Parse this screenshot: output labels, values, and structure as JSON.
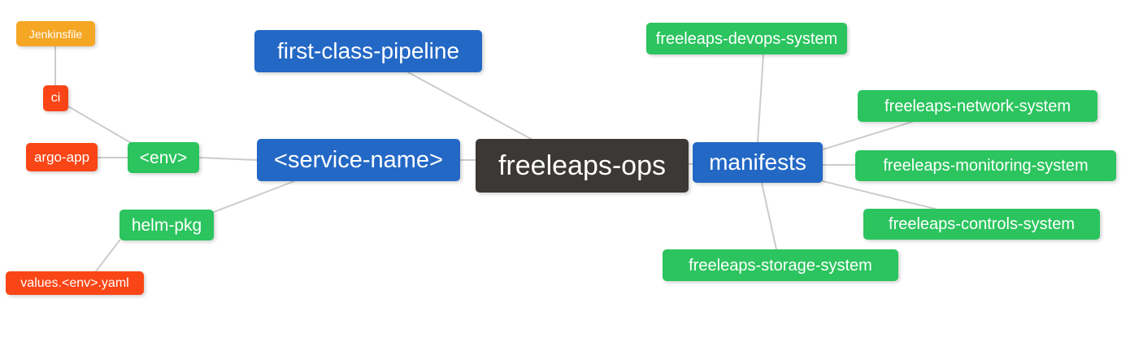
{
  "palette": {
    "level1_blue": "#2368c5",
    "level2_green": "#2bc45e",
    "level3_red_orange": "#fa4616",
    "level4_amber": "#f5a623",
    "root_dark": "#3b3835",
    "connector_gray": "#cccccc",
    "background": "#ffffff",
    "node_text": "#ffffff"
  },
  "nodes": [
    {
      "id": "jenkinsfile",
      "label": "Jenkinsfile",
      "color": "#f5a623"
    },
    {
      "id": "ci",
      "label": "ci",
      "color": "#fa4616"
    },
    {
      "id": "argo-app",
      "label": "argo-app",
      "color": "#fa4616"
    },
    {
      "id": "env",
      "label": "<env>",
      "color": "#2bc45e"
    },
    {
      "id": "helm-pkg",
      "label": "helm-pkg",
      "color": "#2bc45e"
    },
    {
      "id": "values-env-yaml",
      "label": "values.<env>.yaml",
      "color": "#fa4616"
    },
    {
      "id": "first-class-pipeline",
      "label": "first-class-pipeline",
      "color": "#2368c5"
    },
    {
      "id": "service-name",
      "label": "<service-name>",
      "color": "#2368c5"
    },
    {
      "id": "freeleaps-ops",
      "label": "freeleaps-ops",
      "color": "#3b3835"
    },
    {
      "id": "manifests",
      "label": "manifests",
      "color": "#2368c5"
    },
    {
      "id": "freeleaps-devops-system",
      "label": "freeleaps-devops-system",
      "color": "#2bc45e"
    },
    {
      "id": "freeleaps-network-system",
      "label": "freeleaps-network-system",
      "color": "#2bc45e"
    },
    {
      "id": "freeleaps-monitoring-system",
      "label": "freeleaps-monitoring-system",
      "color": "#2bc45e"
    },
    {
      "id": "freeleaps-controls-system",
      "label": "freeleaps-controls-system",
      "color": "#2bc45e"
    },
    {
      "id": "freeleaps-storage-system",
      "label": "freeleaps-storage-system",
      "color": "#2bc45e"
    }
  ],
  "edges": [
    {
      "from": "jenkinsfile",
      "to": "ci"
    },
    {
      "from": "ci",
      "to": "env"
    },
    {
      "from": "argo-app",
      "to": "env"
    },
    {
      "from": "env",
      "to": "service-name"
    },
    {
      "from": "helm-pkg",
      "to": "service-name"
    },
    {
      "from": "values-env-yaml",
      "to": "helm-pkg"
    },
    {
      "from": "first-class-pipeline",
      "to": "freeleaps-ops"
    },
    {
      "from": "service-name",
      "to": "freeleaps-ops"
    },
    {
      "from": "freeleaps-ops",
      "to": "manifests"
    },
    {
      "from": "manifests",
      "to": "freeleaps-devops-system"
    },
    {
      "from": "manifests",
      "to": "freeleaps-network-system"
    },
    {
      "from": "manifests",
      "to": "freeleaps-monitoring-system"
    },
    {
      "from": "manifests",
      "to": "freeleaps-controls-system"
    },
    {
      "from": "manifests",
      "to": "freeleaps-storage-system"
    }
  ]
}
